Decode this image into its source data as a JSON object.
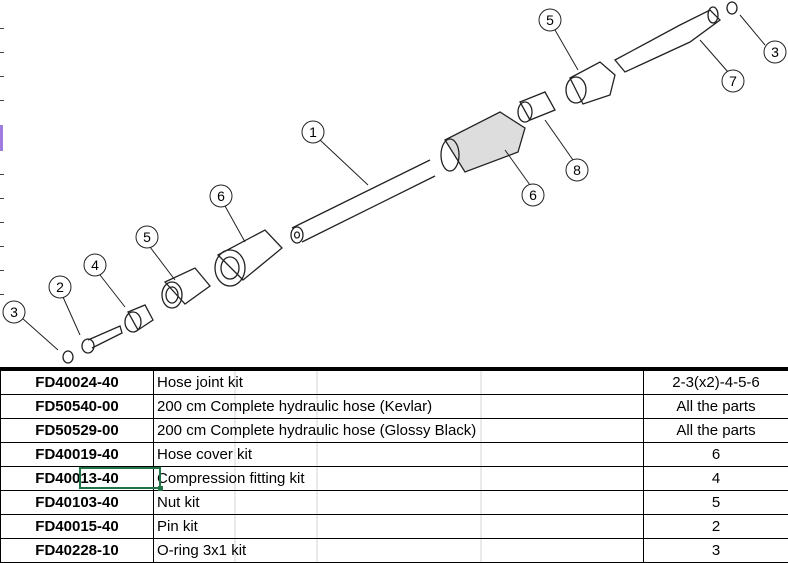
{
  "diagram": {
    "callouts": [
      "3",
      "2",
      "4",
      "5",
      "6",
      "1",
      "6",
      "8",
      "5",
      "7",
      "3"
    ]
  },
  "table": {
    "rows": [
      {
        "code": "FD40024-40",
        "description": "Hose joint kit",
        "parts": "2-3(x2)-4-5-6"
      },
      {
        "code": "FD50540-00",
        "description": "200 cm Complete hydraulic hose (Kevlar)",
        "parts": "All the parts"
      },
      {
        "code": "FD50529-00",
        "description": "200 cm Complete hydraulic hose (Glossy Black)",
        "parts": "All the parts"
      },
      {
        "code": "FD40019-40",
        "description": "Hose cover kit",
        "parts": "6"
      },
      {
        "code": "FD40013-40",
        "description": "Compression fitting kit",
        "parts": "4"
      },
      {
        "code": "FD40103-40",
        "description": "Nut kit",
        "parts": "5"
      },
      {
        "code": "FD40015-40",
        "description": "Pin kit",
        "parts": "2"
      },
      {
        "code": "FD40228-10",
        "description": "O-ring 3x1 kit",
        "parts": "3"
      }
    ]
  },
  "colors": {
    "selection": "#217346",
    "gridline": "#d4d4d4"
  }
}
